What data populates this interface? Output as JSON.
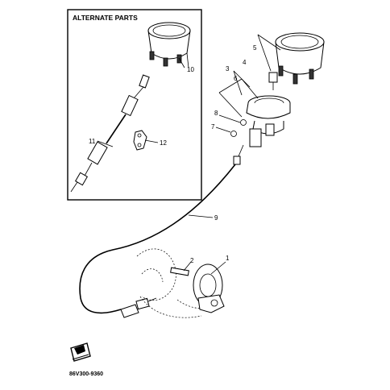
{
  "box_title": "ALTERNATE PARTS",
  "callouts": {
    "p1": "1",
    "p2": "2",
    "p3": "3",
    "p4": "4",
    "p5": "5",
    "p6": "6",
    "p7": "7",
    "p8": "8",
    "p9": "9",
    "p10": "10",
    "p11": "11",
    "p12": "12"
  },
  "drawing_code": "86V300-9360"
}
